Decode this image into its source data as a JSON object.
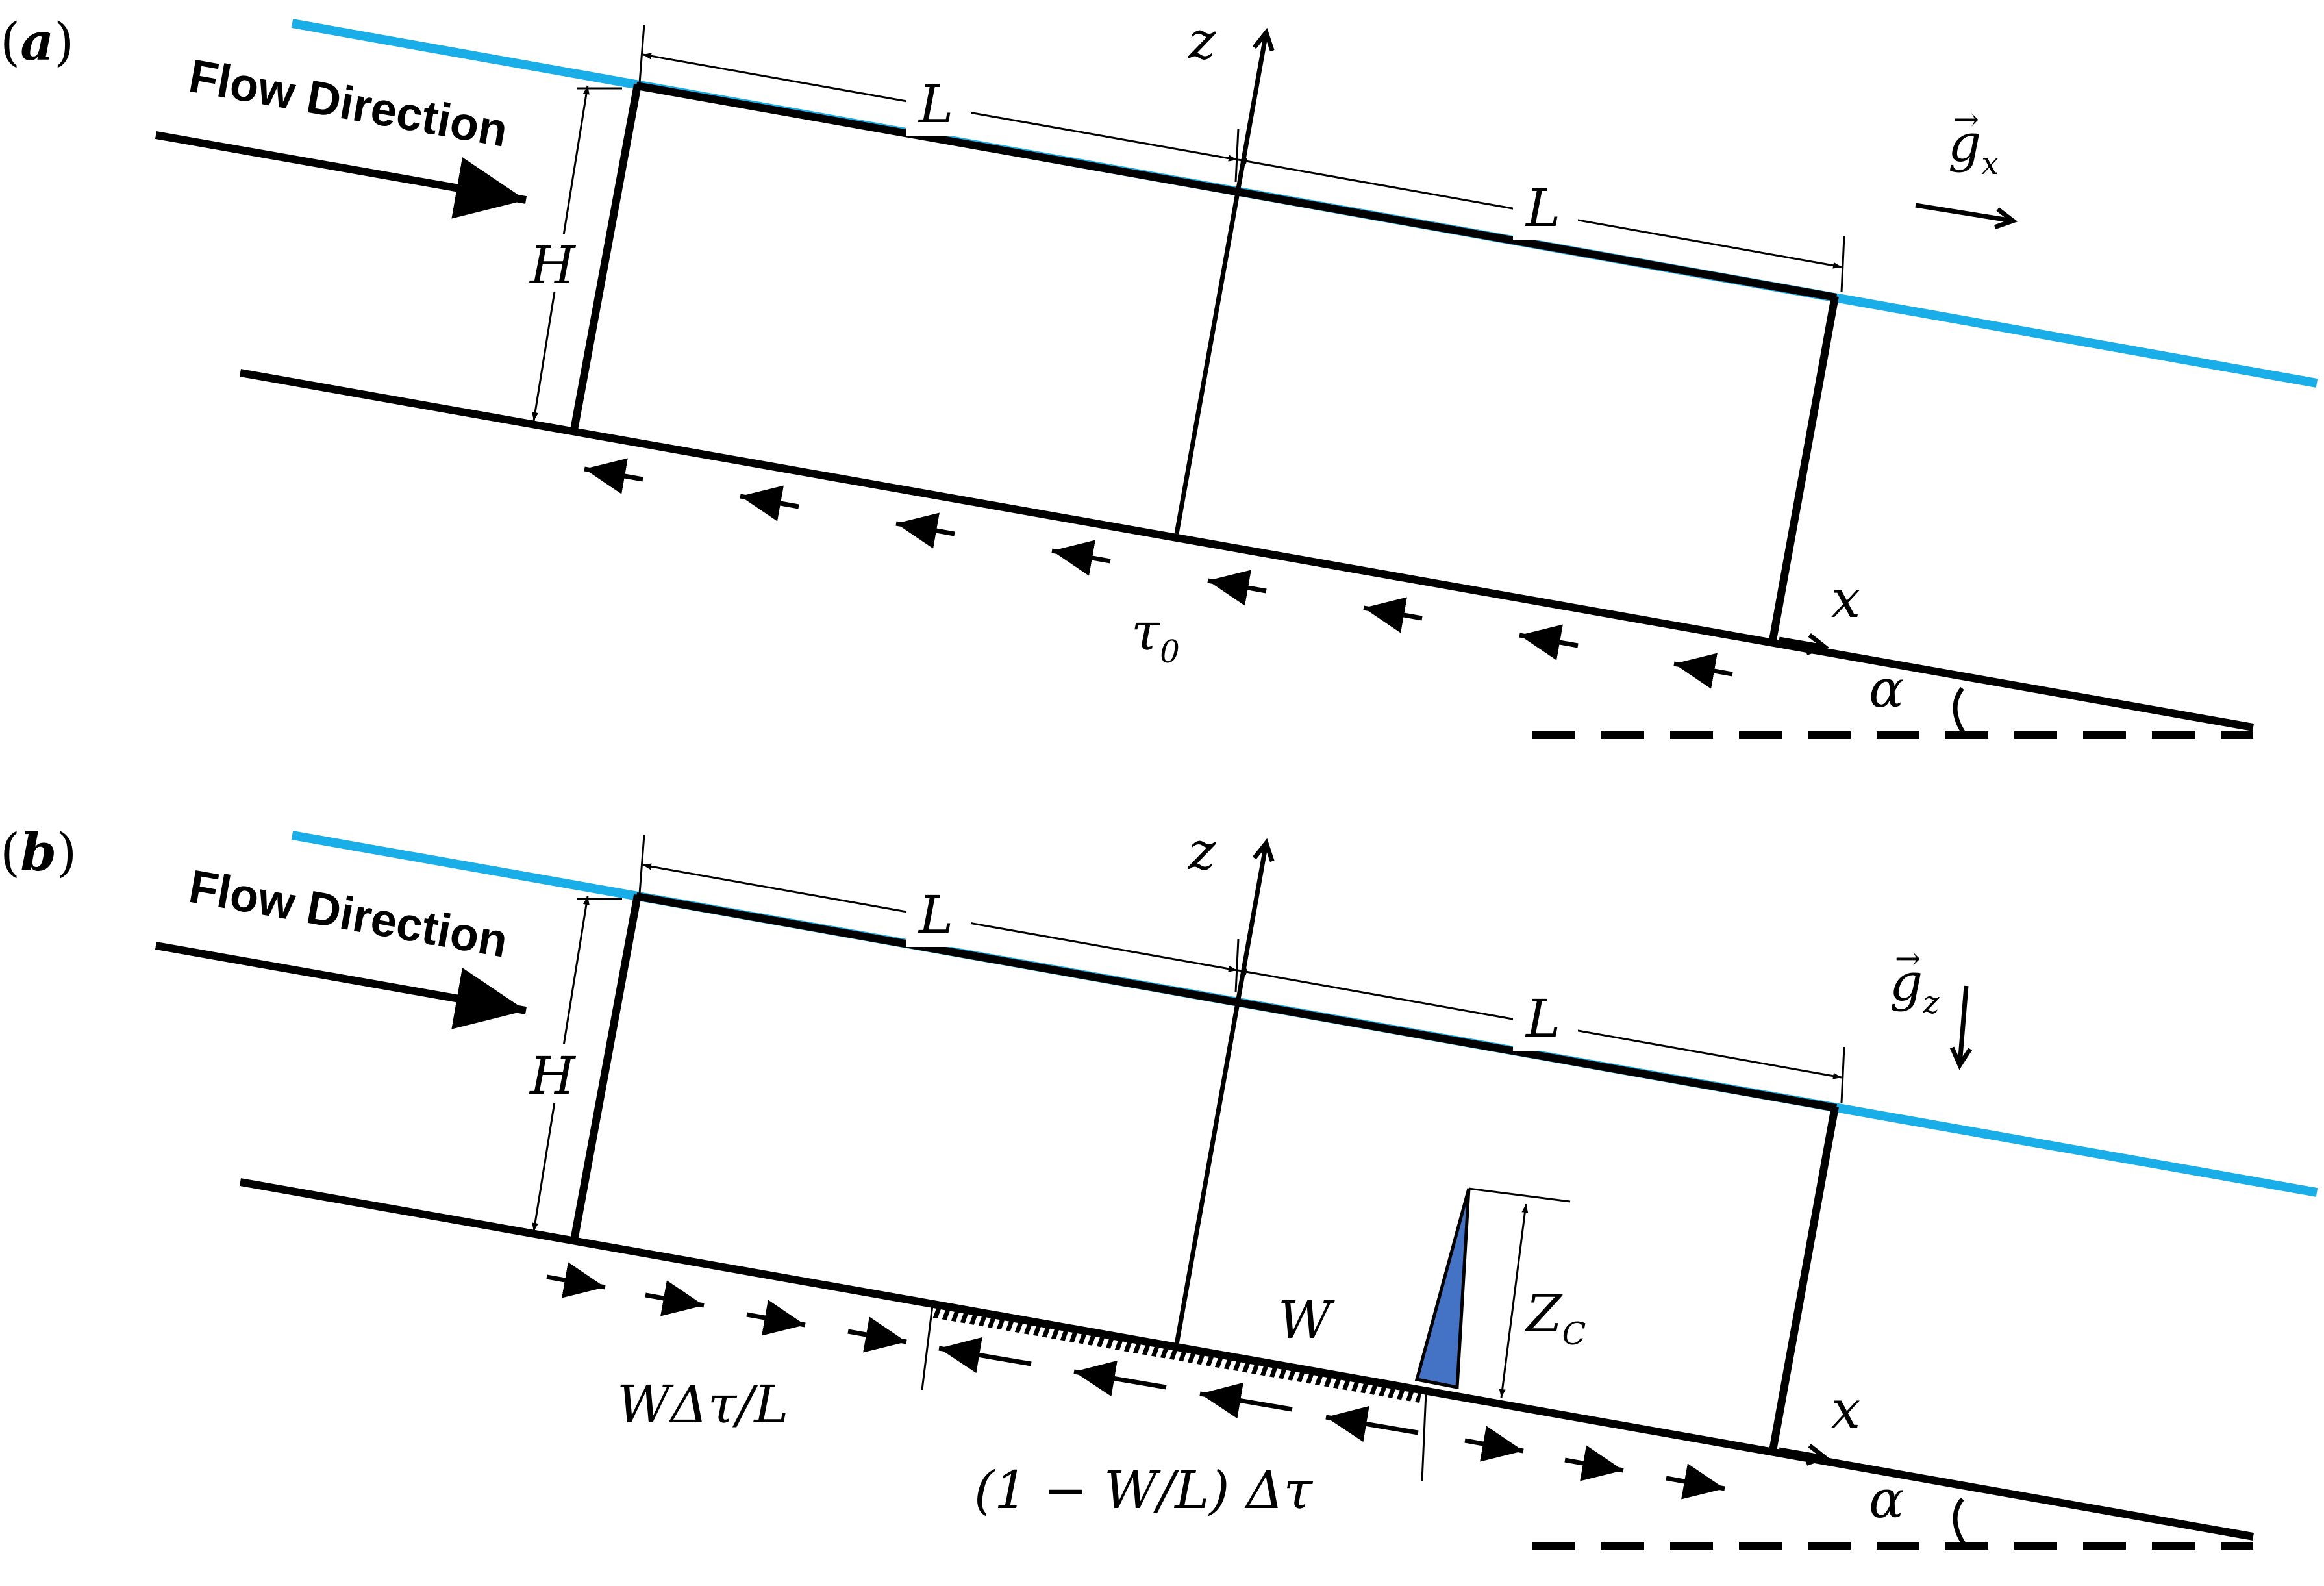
{
  "panels": [
    {
      "id": "a",
      "label": "a",
      "flow_direction": "Flow Direction",
      "H": "H",
      "L1": "L",
      "L2": "L",
      "z": "z",
      "x": "x",
      "alpha": "α",
      "tau": "τ",
      "tau_sub": "0",
      "g": "g",
      "g_sub": "x"
    },
    {
      "id": "b",
      "label": "b",
      "flow_direction": "Flow Direction",
      "H": "H",
      "L1": "L",
      "L2": "L",
      "z": "z",
      "x": "x",
      "alpha": "α",
      "g": "g",
      "g_sub": "z",
      "W": "W",
      "Zc": "Z",
      "Zc_sub": "C",
      "label_left": "WΔτ/L",
      "label_mid": "(1 − W/L) Δτ"
    }
  ],
  "colors": {
    "free_surface": "#1aaee8",
    "obstacle": "#4472c4",
    "lines": "#000000"
  }
}
